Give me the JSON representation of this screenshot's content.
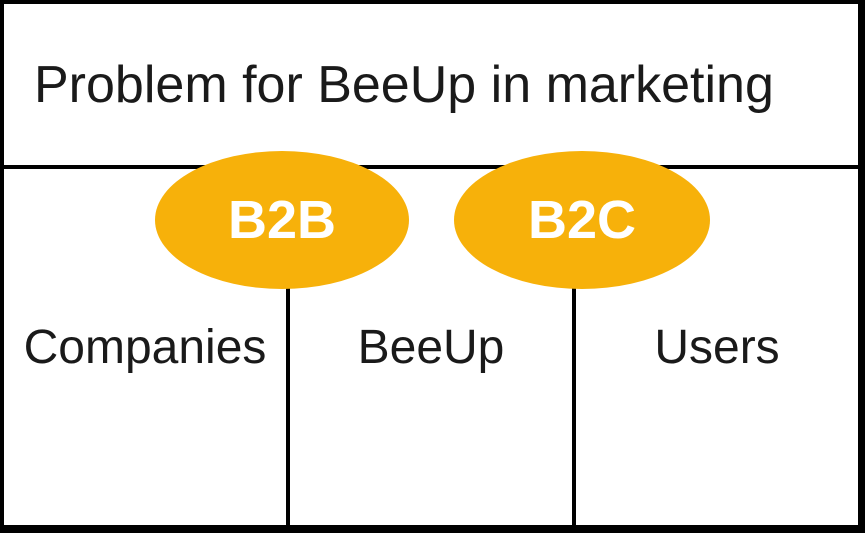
{
  "title": "Problem for BeeUp in marketing",
  "bubbles": [
    {
      "label": "B2B"
    },
    {
      "label": "B2C"
    }
  ],
  "columns": [
    {
      "label": "Companies"
    },
    {
      "label": "BeeUp"
    },
    {
      "label": "Users"
    }
  ],
  "colors": {
    "bubble_fill": "#F7B10A",
    "bubble_text": "#FFFFFF",
    "line": "#000000",
    "text": "#1A1A1A",
    "background": "#FFFFFF"
  }
}
